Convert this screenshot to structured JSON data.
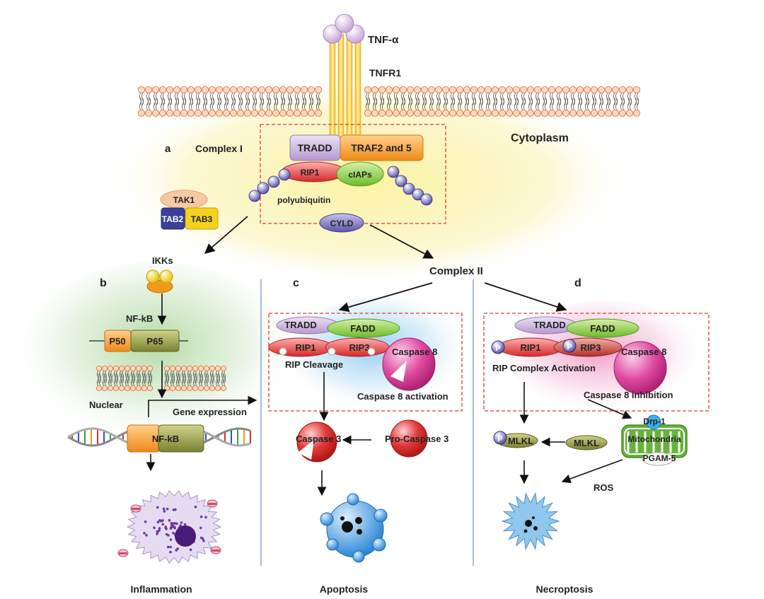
{
  "ligand": {
    "label": "TNF-α"
  },
  "receptor": {
    "label": "TNFR1"
  },
  "compartments": {
    "cytoplasm": "Cytoplasm",
    "nuclear": "Nuclear"
  },
  "panel_letters": {
    "a": "a",
    "b": "b",
    "c": "c",
    "d": "d"
  },
  "complex1": {
    "title": "Complex I",
    "tradd": "TRADD",
    "traf": "TRAF2 and 5",
    "rip1": "RIP1",
    "ciaps": "cIAPs",
    "polyubiquitin": "polyubiquitin",
    "cyld": "CYLD"
  },
  "tak_complex": {
    "tak1": "TAK1",
    "tab2": "TAB2",
    "tab3": "TAB3"
  },
  "panel_b": {
    "ikks": "IKKs",
    "nfkb_label": "NF-kB",
    "p50": "P50",
    "p65": "P65",
    "nuclear": "Nuclear",
    "gene_expression": "Gene expression",
    "nfkb_dna": "NF-kB",
    "outcome": "Inflammation"
  },
  "complex2": {
    "title": "Complex II"
  },
  "panel_c": {
    "tradd": "TRADD",
    "fadd": "FADD",
    "rip1": "RIP1",
    "rip3": "RIP3",
    "caspase8": "Caspase 8",
    "rip_cleavage": "RIP Cleavage",
    "caspase8_activation": "Caspase 8 activation",
    "caspase3": "Caspase 3",
    "pro_caspase3": "Pro-Caspase 3",
    "outcome": "Apoptosis"
  },
  "panel_d": {
    "tradd": "TRADD",
    "fadd": "FADD",
    "p": "P",
    "rip1": "RIP1",
    "rip3": "RIP3",
    "caspase8": "Caspase 8",
    "rip_activation": "RIP Complex Activation",
    "caspase8_inhibition": "Caspase 8 inhibition",
    "mlkl": "MLKL",
    "drp1": "Drp-1",
    "mitochondria": "Mitochondria",
    "pgam5": "PGAM-5",
    "ros": "ROS",
    "outcome": "Necroptosis"
  }
}
